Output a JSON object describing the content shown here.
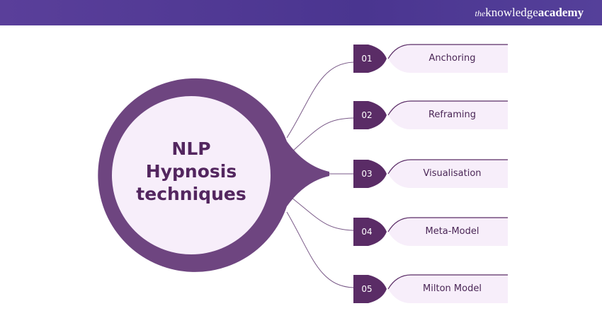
{
  "brand": {
    "prefix": "the",
    "name": "knowledge",
    "suffix": "academy"
  },
  "title_lines": [
    "NLP",
    "Hypnosis",
    "techniques"
  ],
  "items": [
    {
      "number": "01",
      "label": "Anchoring"
    },
    {
      "number": "02",
      "label": "Reframing"
    },
    {
      "number": "03",
      "label": "Visualisation"
    },
    {
      "number": "04",
      "label": "Meta-Model"
    },
    {
      "number": "05",
      "label": "Milton Model"
    }
  ],
  "colors": {
    "dark": "#5a2c66",
    "ring": "#6e4580",
    "light": "#f7eefa",
    "header": "#4a3590"
  }
}
